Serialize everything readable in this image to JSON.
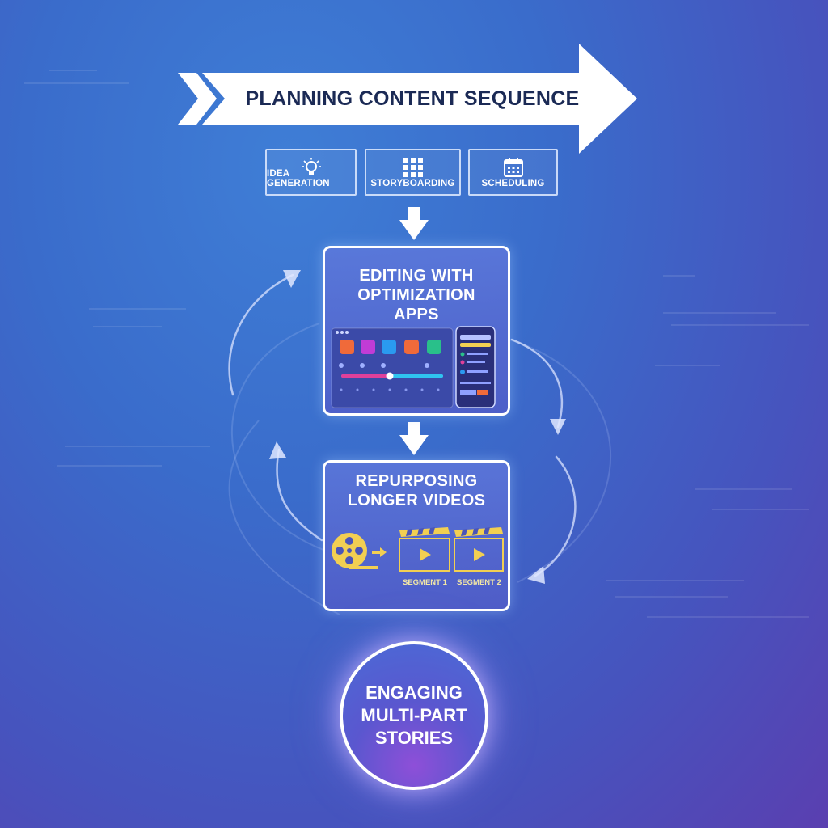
{
  "banner": {
    "title": "PLANNING CONTENT SEQUENCE"
  },
  "steps": [
    {
      "label": "IDEA GENERATION",
      "icon": "lightbulb-icon"
    },
    {
      "label": "STORYBOARDING",
      "icon": "grid-icon"
    },
    {
      "label": "SCHEDULING",
      "icon": "calendar-icon"
    }
  ],
  "editing": {
    "title_line1": "EDITING WITH",
    "title_line2": "OPTIMIZATION",
    "title_line3": "APPS"
  },
  "repurposing": {
    "title_line1": "REPURPOSING",
    "title_line2": "LONGER VIDEOS",
    "segments": [
      "SEGMENT 1",
      "SEGMENT 2"
    ]
  },
  "outcome": {
    "title": "ENGAGING\nMULTI-PART\nSTORIES"
  },
  "colors": {
    "banner_text": "#1b2a55",
    "reel_gold": "#f2cf52",
    "app_pink": "#e0409a",
    "app_magenta": "#c13cd6",
    "app_blue": "#2a9af0",
    "app_orange": "#f06a3a",
    "app_green": "#29c08a"
  }
}
